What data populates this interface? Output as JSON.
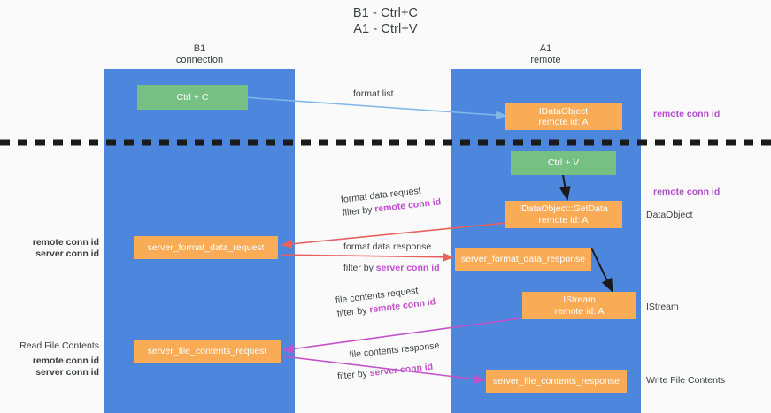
{
  "title": {
    "line1": "B1 - Ctrl+C",
    "line2": "A1 - Ctrl+V"
  },
  "lanes": [
    {
      "id": "b1",
      "name": "B1",
      "role": "connection"
    },
    {
      "id": "a1",
      "name": "A1",
      "role": "remote"
    }
  ],
  "boxes": {
    "ctrl_c": {
      "label": "Ctrl + C",
      "color": "#76c083"
    },
    "ctrl_v": {
      "label": "Ctrl + V",
      "color": "#76c083"
    },
    "idataobject": {
      "line1": "IDataObject",
      "line2": "remote id: A",
      "color": "#f9ab55"
    },
    "idataobject_getdata": {
      "line1": "IDataObject::GetData",
      "line2": "remote id: A",
      "color": "#f9ab55"
    },
    "istream": {
      "line1": "IStream",
      "line2": "remote id: A",
      "color": "#f9ab55"
    },
    "server_format_data_request": {
      "label": "server_format_data_request",
      "color": "#f9ab55"
    },
    "server_format_data_response": {
      "label": "server_format_data_response",
      "color": "#f9ab55"
    },
    "server_file_contents_request": {
      "label": "server_file_contents_request",
      "color": "#f9ab55"
    },
    "server_file_contents_response": {
      "label": "server_file_contents_response",
      "color": "#f9ab55"
    }
  },
  "edges": {
    "format_list": {
      "label": "format list",
      "color": "#7fb8e8"
    },
    "format_data_request": {
      "label": "format data request",
      "filter_prefix": "filter by ",
      "filter_key": "remote conn id",
      "color": "#e8615e"
    },
    "format_data_response": {
      "label": "format data response",
      "filter_prefix": "filter by ",
      "filter_key": "server conn id",
      "color": "#e8615e"
    },
    "file_contents_request": {
      "label": "file contents request",
      "filter_prefix": "filter by ",
      "filter_key": "remote conn id",
      "color": "#c252c9"
    },
    "file_contents_response": {
      "label": "file contents response",
      "filter_prefix": "filter by ",
      "filter_key": "server conn id",
      "color": "#c252c9"
    }
  },
  "annotations": {
    "right_remote_conn_top": "remote conn id",
    "right_remote_conn_mid": "remote conn id",
    "right_dataobject": "DataObject",
    "right_istream": "IStream",
    "right_write_file_contents": "Write File Contents",
    "left_remote_conn_id_1": "remote conn id",
    "left_server_conn_id_1": "server conn id",
    "left_read_file_contents": "Read File Contents",
    "left_remote_conn_id_2": "remote conn id",
    "left_server_conn_id_2": "server conn id"
  },
  "colors": {
    "lane": "#4d86dd",
    "box_orange": "#f9ab55",
    "box_green": "#76c083",
    "divider": "#1a1a1a",
    "key_remote": "#b24fc8",
    "key_server": "#73bb82",
    "arrow_blue": "#7fb8e8",
    "arrow_red": "#e8615e",
    "arrow_purple": "#c252c9",
    "arrow_black": "#1a1a1a",
    "text": "#3c4043",
    "background": "#fafafa"
  }
}
